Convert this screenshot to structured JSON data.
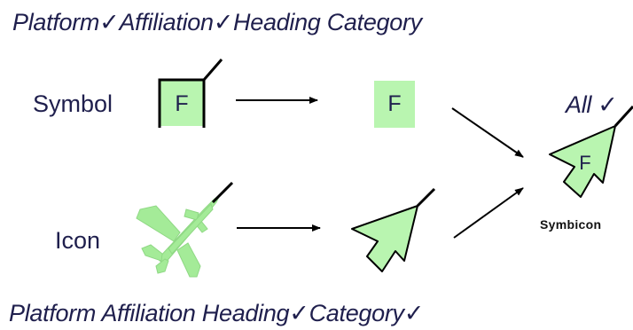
{
  "captions": {
    "top": "Platform✓Affiliation✓Heading Category",
    "bottom": "Platform  Affiliation  Heading✓Category✓"
  },
  "rows": {
    "symbol_label": "Symbol",
    "icon_label": "Icon"
  },
  "symbols": {
    "frame_letter": "F",
    "plain_letter": "F",
    "symbicon_letter": "F"
  },
  "result": {
    "all_label": "All ✓",
    "symbicon_label": "Symbicon"
  },
  "colors": {
    "fill_green": "#b9f5b0",
    "icon_green": "#a4eb98",
    "text_navy": "#1f1f4d",
    "stroke": "#000000"
  }
}
